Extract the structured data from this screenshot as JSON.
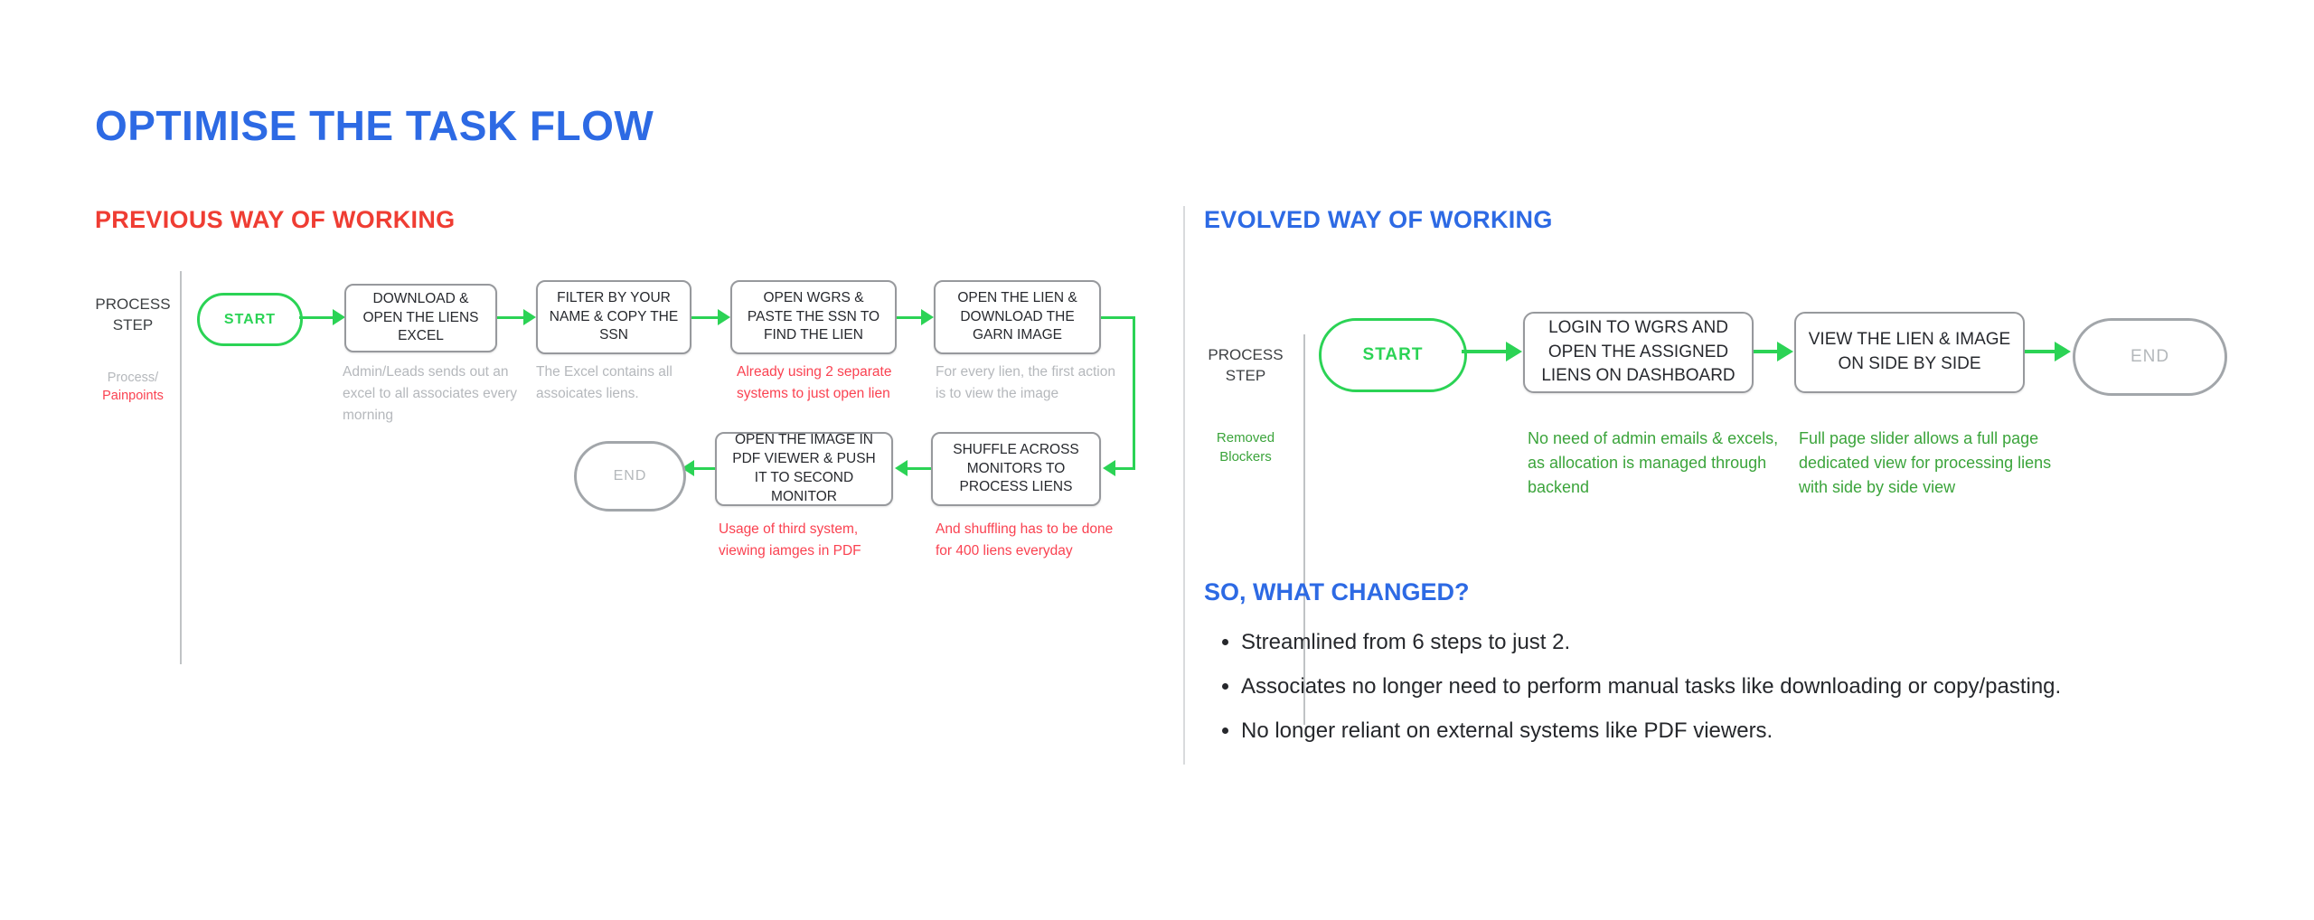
{
  "page": {
    "title": "OPTIMISE THE TASK FLOW"
  },
  "colors": {
    "accent_blue": "#2d6ae4",
    "header_red": "#ef3d33",
    "painpoint_red": "#fa4251",
    "flow_green": "#2bd355",
    "note_green": "#3ba43b",
    "muted_gray": "#b5b8bc",
    "box_border_gray": "#97999d"
  },
  "previous": {
    "header": "PREVIOUS WAY OF WORKING",
    "row_label": "PROCESS STEP",
    "sublabel_top": "Process/",
    "sublabel_bottom": "Painpoints",
    "start_label": "START",
    "end_label": "END",
    "steps": [
      {
        "label": "DOWNLOAD & OPEN THE LIENS EXCEL",
        "caption": "Admin/Leads sends out an excel to all associates every morning",
        "caption_type": "process"
      },
      {
        "label": "FILTER BY YOUR NAME & COPY THE SSN",
        "caption": "The Excel contains all assoicates liens.",
        "caption_type": "process"
      },
      {
        "label": "OPEN WGRS & PASTE THE SSN TO FIND THE LIEN",
        "caption": "Already using 2 separate systems to just open lien",
        "caption_type": "painpoint"
      },
      {
        "label": "OPEN THE LIEN & DOWNLOAD THE GARN IMAGE",
        "caption": "For every lien, the first action is to view the image",
        "caption_type": "process"
      },
      {
        "label": "SHUFFLE ACROSS MONITORS TO PROCESS LIENS",
        "caption": "And shuffling has to be done for 400 liens everyday",
        "caption_type": "painpoint"
      },
      {
        "label": "OPEN THE IMAGE IN PDF VIEWER & PUSH IT TO SECOND MONITOR",
        "caption": "Usage of third system, viewing iamges in PDF",
        "caption_type": "painpoint"
      }
    ]
  },
  "evolved": {
    "header": "EVOLVED WAY OF WORKING",
    "row_label": "PROCESS STEP",
    "sublabel": "Removed Blockers",
    "start_label": "START",
    "end_label": "END",
    "steps": [
      {
        "label": "LOGIN TO WGRS AND OPEN THE ASSIGNED LIENS ON DASHBOARD",
        "caption": "No need of admin emails & excels, as allocation is managed through backend",
        "caption_type": "improvement"
      },
      {
        "label": "VIEW THE LIEN & IMAGE ON SIDE BY SIDE",
        "caption": "Full page slider allows a full page dedicated view for processing liens with side by side view",
        "caption_type": "improvement"
      }
    ]
  },
  "changes": {
    "header": "SO, WHAT CHANGED?",
    "bullets": [
      "Streamlined from 6 steps to just 2.",
      "Associates no longer need to perform manual tasks like downloading or copy/pasting.",
      "No longer reliant on external systems like PDF viewers."
    ]
  }
}
